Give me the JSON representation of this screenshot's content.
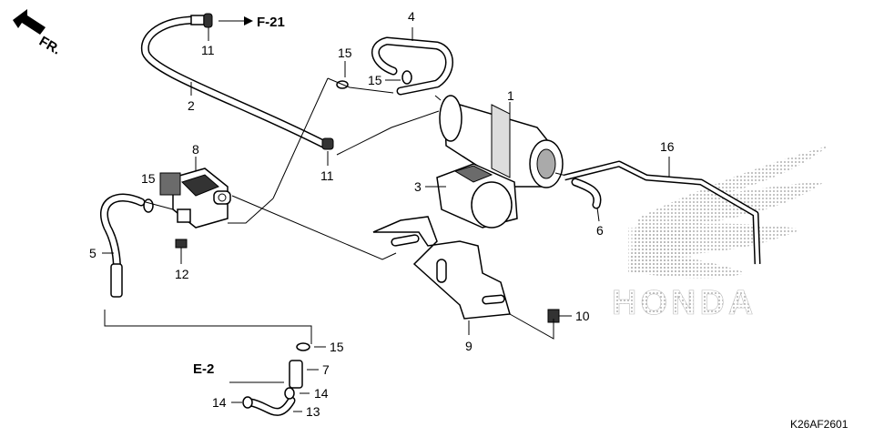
{
  "diagram": {
    "orientation_label": "FR.",
    "ref_top": "F-21",
    "ref_left": "E-2",
    "drawing_code": "K26AF2601",
    "watermark": "HONDA",
    "callouts": [
      {
        "id": "c1",
        "text": "1"
      },
      {
        "id": "c2",
        "text": "2"
      },
      {
        "id": "c3",
        "text": "3"
      },
      {
        "id": "c4",
        "text": "4"
      },
      {
        "id": "c5",
        "text": "5"
      },
      {
        "id": "c6",
        "text": "6"
      },
      {
        "id": "c7",
        "text": "7"
      },
      {
        "id": "c8",
        "text": "8"
      },
      {
        "id": "c9",
        "text": "9"
      },
      {
        "id": "c10",
        "text": "10"
      },
      {
        "id": "c11a",
        "text": "11"
      },
      {
        "id": "c11b",
        "text": "11"
      },
      {
        "id": "c12",
        "text": "12"
      },
      {
        "id": "c13",
        "text": "13"
      },
      {
        "id": "c14a",
        "text": "14"
      },
      {
        "id": "c14b",
        "text": "14"
      },
      {
        "id": "c15a",
        "text": "15"
      },
      {
        "id": "c15b",
        "text": "15"
      },
      {
        "id": "c15c",
        "text": "15"
      },
      {
        "id": "c15d",
        "text": "15"
      },
      {
        "id": "c16",
        "text": "16"
      }
    ]
  }
}
